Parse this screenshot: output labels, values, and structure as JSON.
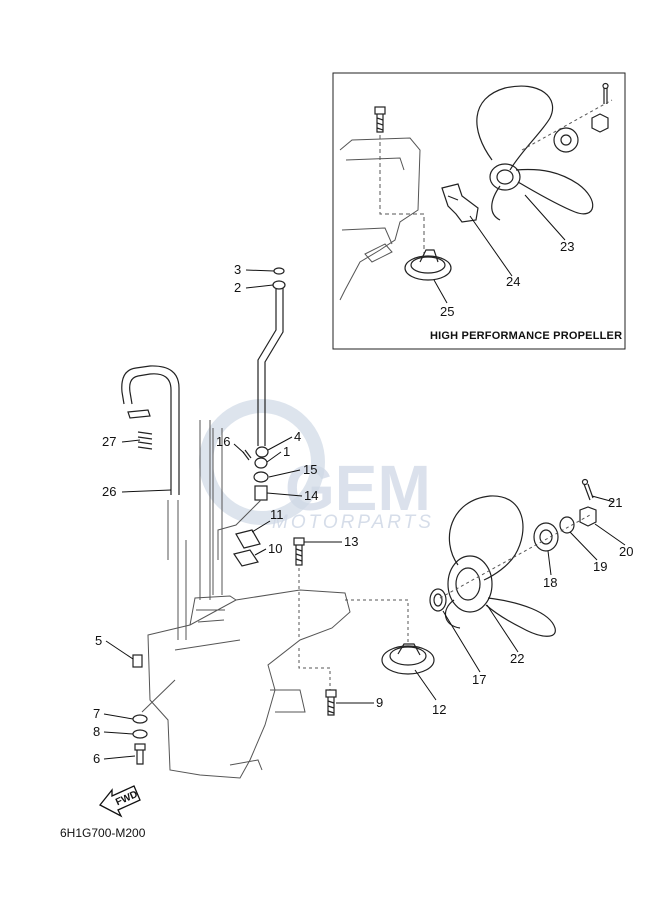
{
  "watermark": {
    "brand": "GEM",
    "sub": "MOTORPARTS",
    "color": "#cfd8e6"
  },
  "inset": {
    "title": "HIGH PERFORMANCE PROPELLER"
  },
  "diagram_code": "6H1G700-M200",
  "direction_arrow": {
    "label": "FWD"
  },
  "callouts": {
    "c1": "1",
    "c2": "2",
    "c3": "3",
    "c4": "4",
    "c5": "5",
    "c6": "6",
    "c7": "7",
    "c8": "8",
    "c9": "9",
    "c10": "10",
    "c11": "11",
    "c12": "12",
    "c13": "13",
    "c14": "14",
    "c15": "15",
    "c16": "16",
    "c17": "17",
    "c18": "18",
    "c19": "19",
    "c20": "20",
    "c21": "21",
    "c22": "22",
    "c23": "23",
    "c24": "24",
    "c25": "25",
    "c26": "26",
    "c27": "27"
  }
}
